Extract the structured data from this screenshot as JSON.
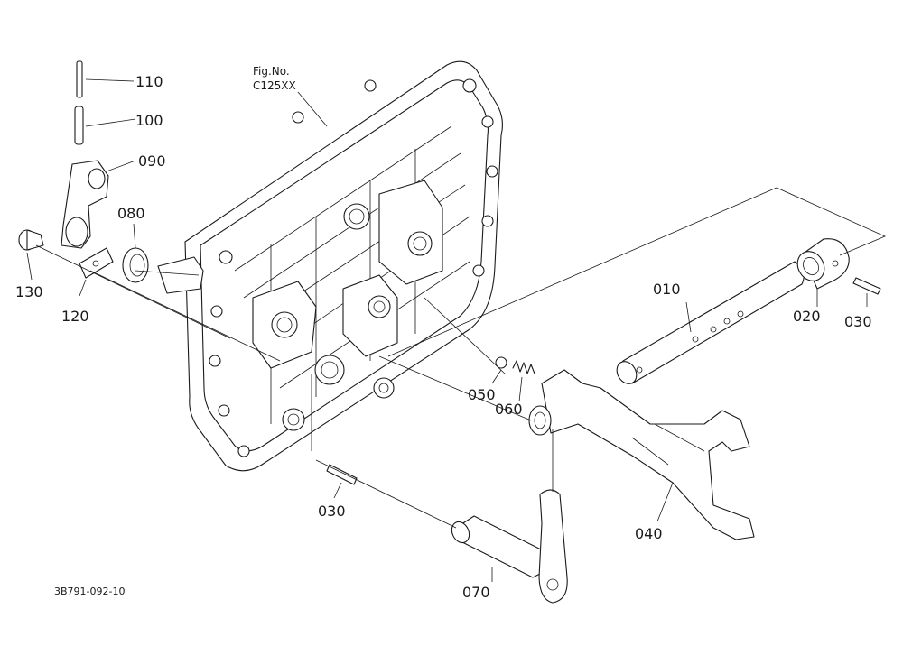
{
  "figure": {
    "fig_label": "Fig.No.",
    "fig_code": "C125XX",
    "drawing_code": "3B791-092-10"
  },
  "callouts": {
    "p010": "010",
    "p020": "020",
    "p030a": "030",
    "p030b": "030",
    "p040": "040",
    "p050": "050",
    "p060": "060",
    "p070": "070",
    "p080": "080",
    "p090": "090",
    "p100": "100",
    "p110": "110",
    "p120": "120",
    "p130": "130"
  }
}
